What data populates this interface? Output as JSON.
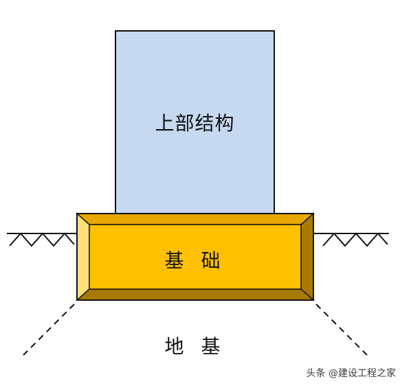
{
  "labels": {
    "superstructure": "上部结构",
    "foundation": "基 础",
    "subgrade": "地 基"
  },
  "watermark": "头条 @建设工程之家",
  "colors": {
    "superstructure_fill": "#c6d9f1",
    "foundation_face": "#ffc000",
    "foundation_bevel_light": "#ffe07a",
    "foundation_bevel_mid": "#e8a800",
    "foundation_bevel_dark": "#a87a00",
    "outline": "#111111"
  }
}
